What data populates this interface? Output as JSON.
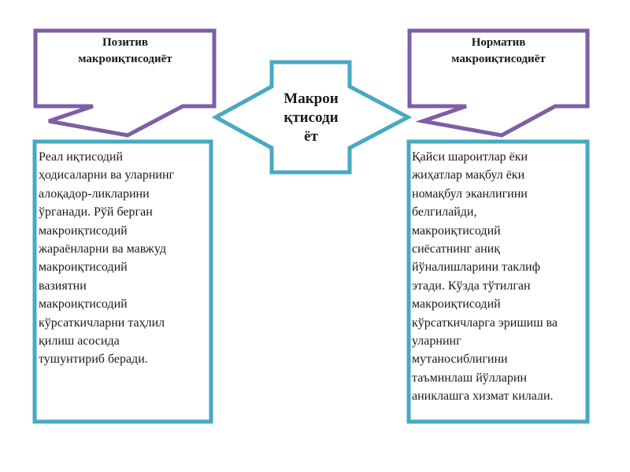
{
  "colors": {
    "purple": "#7e5ea4",
    "teal": "#47a9c2",
    "text": "#1a1a1a",
    "background": "#ffffff"
  },
  "left_header": {
    "line1": "Позитив",
    "line2": "макроиқтисодиёт"
  },
  "right_header": {
    "line1": "Норматив",
    "line2": "макроиқтисодиёт"
  },
  "center": {
    "line1": "Макрои",
    "line2": "қтисоди",
    "line3": "ёт"
  },
  "left_body": "Реал иқтисодий\nҳодисаларни ва уларнинг\nалоқадор-ликларини\nўрганади. Рўй берган\nмакроиқтисодий\nжараёнларни ва мавжуд\nмакроиқтисодий\nвазиятни\nмакроиқтисодий\nкўрсаткичларни таҳлил\nқилиш асосида\nтушунтириб беради.",
  "right_body": "Қайси шароитлар  ёки\nжиҳатлар мақбул ёки\nномақбул  эканлигини\nбелгилайди,\nмакроиқтисодий\nсиёсатнинг аниқ\nйўналишларини таклиф\nэтади.  Кўзда тўтилган\nмакроиқтисодий\nкўрсаткичларга эришиш ва\nуларнинг\nмутаносиблигини\nтаъминлаш йўлларин\nаниқлашга хизмат қилади."
}
